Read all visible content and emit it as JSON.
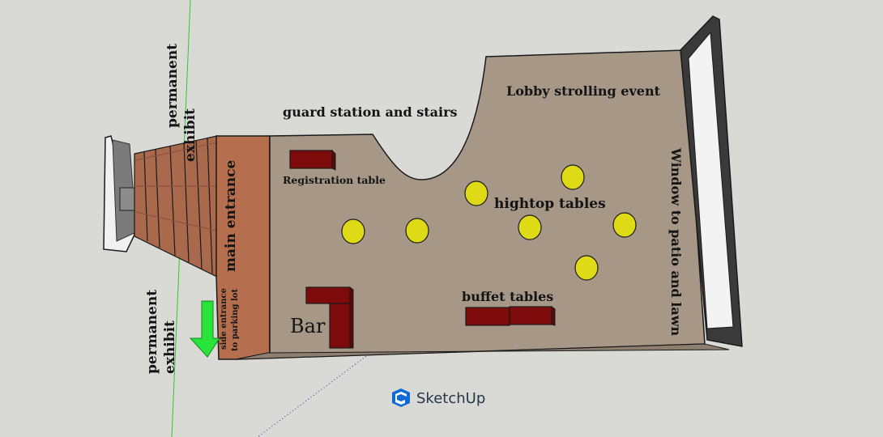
{
  "app": {
    "brand": "SketchUp"
  },
  "colors": {
    "background": "#d9d9d6",
    "floor": "#a69787",
    "brick": "#b56f4f",
    "table_red": "#7e0b0b",
    "table_yellow": "#dedb16",
    "arrow_green": "#27e33a",
    "axis_green": "#37c437",
    "axis_blue": "#2a2aa8"
  },
  "labels": {
    "permanent_exhibit_top": [
      "permanent",
      "exhibit"
    ],
    "permanent_exhibit_bottom": [
      "permanent",
      "exhibit"
    ],
    "main_entrance": "main entrance",
    "side_entrance": [
      "side entrance",
      "to parking lot"
    ],
    "guard_station": "guard station and stairs",
    "lobby_event": "Lobby strolling event",
    "registration_table": "Registration table",
    "hightop_tables": "hightop tables",
    "buffet_tables": "buffet tables",
    "bar": "Bar",
    "window": "Window to patio and lawn"
  }
}
